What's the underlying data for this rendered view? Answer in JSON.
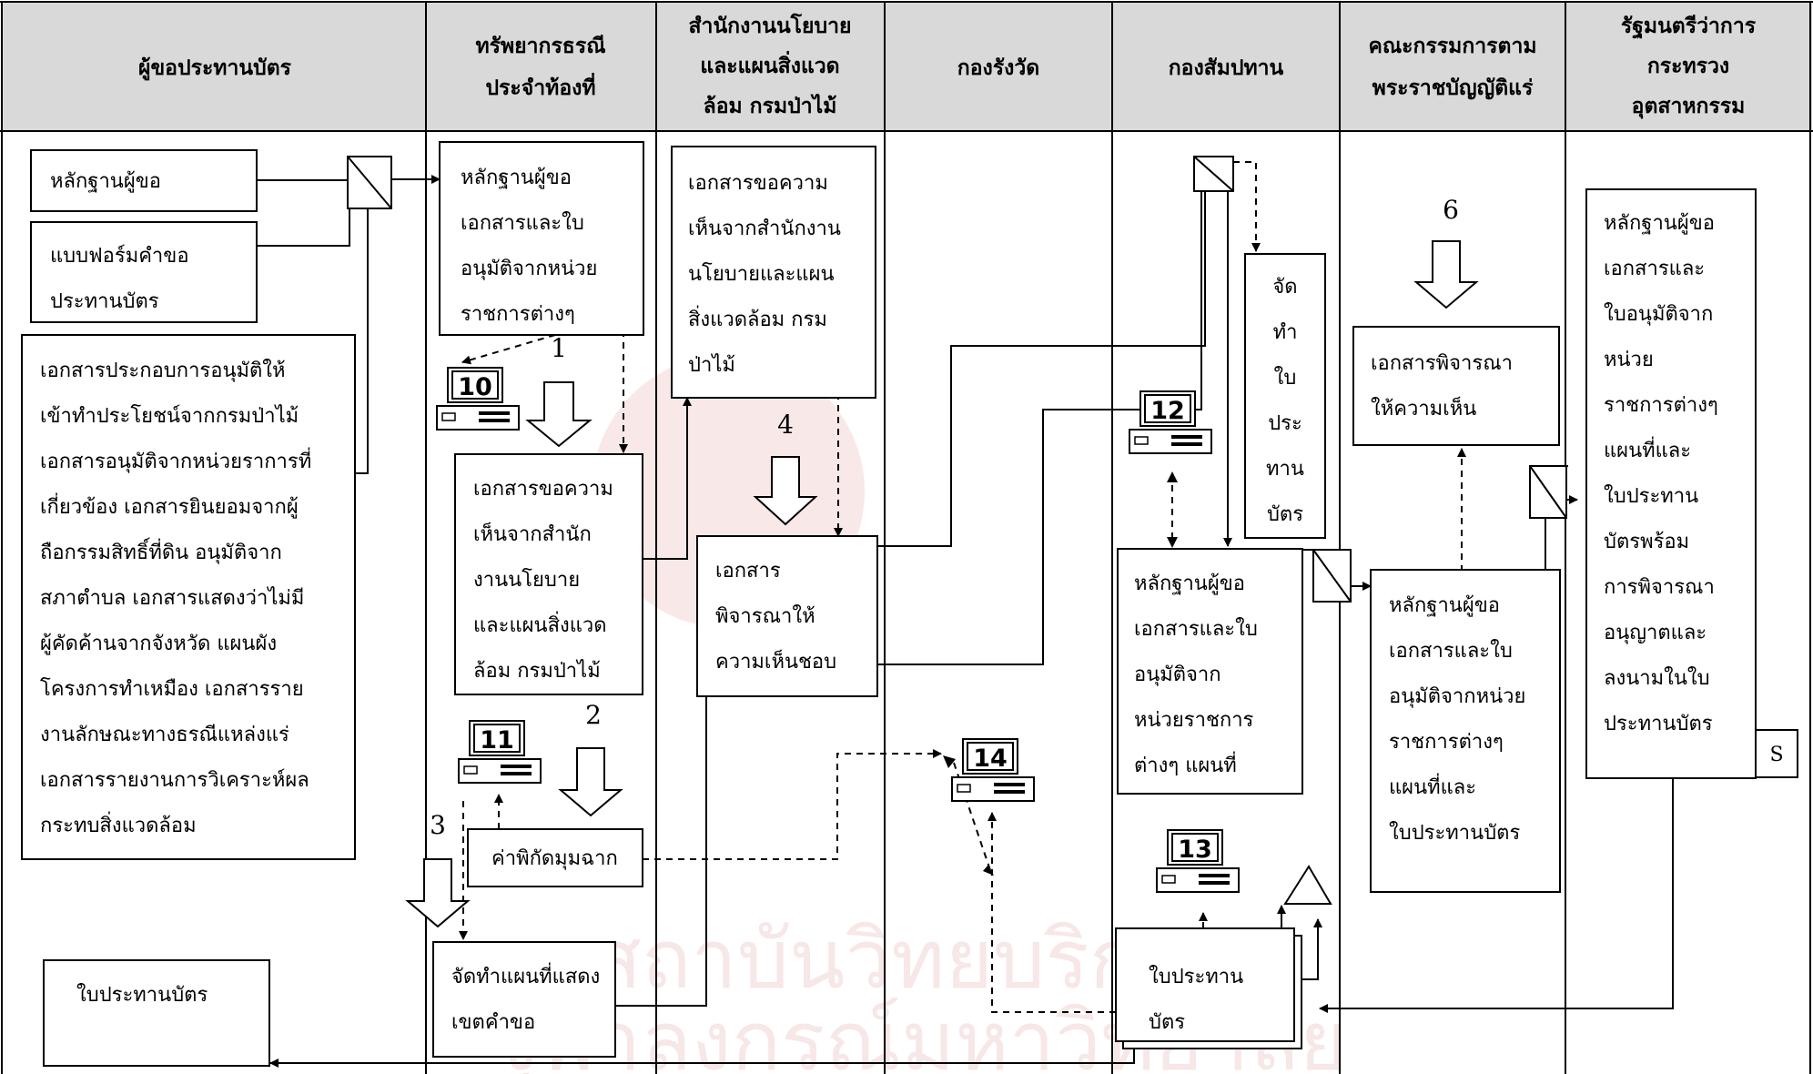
{
  "columns": [
    {
      "id": "c1",
      "lines": [
        "ผู้ขอประทานบัตร"
      ]
    },
    {
      "id": "c2",
      "lines": [
        "ทรัพยากรธรณี",
        "ประจำท้องที่"
      ]
    },
    {
      "id": "c3",
      "lines": [
        "สำนักงานนโยบาย",
        "และแผนสิ่งแวด",
        "ล้อม กรมป่าไม้"
      ]
    },
    {
      "id": "c4",
      "lines": [
        "กองรังวัด"
      ]
    },
    {
      "id": "c5",
      "lines": [
        "กองสัมปทาน"
      ]
    },
    {
      "id": "c6",
      "lines": [
        "คณะกรรมการตาม",
        "พระราชบัญญัติแร่"
      ]
    },
    {
      "id": "c7",
      "lines": [
        "รัฐมนตรีว่าการ",
        "กระทรวง",
        "อุตสาหกรรม"
      ]
    }
  ],
  "boxes": [
    {
      "id": "applicant-evidence",
      "lines": [
        "หลักฐานผู้ขอ"
      ]
    },
    {
      "id": "application-form",
      "lines": [
        "แบบฟอร์มคำขอ",
        "ประทานบัตร"
      ]
    },
    {
      "id": "supporting-documents",
      "lines": [
        "เอกสารประกอบการอนุมัติให้",
        "เข้าทำประโยชน์จากกรมป่าไม้",
        "เอกสารอนุมัติจากหน่วยราการที่",
        "เกี่ยวข้อง เอกสารยินยอมจากผู้",
        "ถือกรรมสิทธิ์ที่ดิน อนุมัติจาก",
        "สภาตำบล เอกสารแสดงว่าไม่มี",
        "ผู้คัดค้านจากจังหวัด แผนผัง",
        "โครงการทำเหมือง เอกสารราย",
        "งานลักษณะทางธรณีแหล่งแร่",
        "เอกสารรายงานการวิเคราะห์ผล",
        "กระทบสิ่งแวดล้อม"
      ]
    },
    {
      "id": "concession-issued",
      "lines": [
        "ใบประทานบัตร"
      ]
    },
    {
      "id": "local-evidence-docs",
      "lines": [
        "หลักฐานผู้ขอ",
        "เอกสารและใบ",
        "อนุมัติจากหน่วย",
        "ราชการต่างๆ"
      ]
    },
    {
      "id": "opinion-request",
      "lines": [
        "เอกสารขอความ",
        "เห็นจากสำนัก",
        "งานนโยบาย",
        "และแผนสิ่งแวด",
        "ล้อม กรมป่าไม้"
      ]
    },
    {
      "id": "angle-coordinates",
      "lines": [
        "ค่าพิกัดมุมฉาก"
      ]
    },
    {
      "id": "area-map",
      "lines": [
        "จัดทำแผนที่แสดง",
        "เขตคำขอ"
      ]
    },
    {
      "id": "policy-opinion-request",
      "lines": [
        "เอกสารขอความ",
        "เห็นจากสำนักงาน",
        "นโยบายและแผน",
        "สิ่งแวดล้อม กรม",
        "ป่าไม้"
      ]
    },
    {
      "id": "approved-documents",
      "lines": [
        "เอกสาร",
        "พิจารณาให้",
        "ความเห็นชอบ"
      ]
    },
    {
      "id": "prepare-concession",
      "lines": [
        "จัด",
        "ทำ",
        "ใบ",
        "ประ",
        "ทาน",
        "บัตร"
      ]
    },
    {
      "id": "concession-evidence-docs",
      "lines": [
        "หลักฐานผู้ขอ",
        "เอกสารและใบ",
        "อนุมัติจาก",
        "หน่วยราชการ",
        "ต่างๆ แผนที่"
      ]
    },
    {
      "id": "draft-concession",
      "lines": [
        "ใบประทาน",
        "บัตร"
      ]
    },
    {
      "id": "committee-opinion",
      "lines": [
        "เอกสารพิจารณา",
        "ให้ความเห็น"
      ]
    },
    {
      "id": "committee-evidence",
      "lines": [
        "หลักฐานผู้ขอ",
        "เอกสารและใบ",
        "อนุมัติจากหน่วย",
        "ราชการต่างๆ",
        "แผนที่และ",
        "ใบประทานบัตร"
      ]
    },
    {
      "id": "minister-evidence",
      "lines": [
        "หลักฐานผู้ขอ",
        "เอกสารและ",
        "ใบอนุมัติจาก",
        "หน่วย",
        "ราชการต่างๆ",
        "แผนที่และ",
        "ใบประทาน",
        "บัตรพร้อม",
        "การพิจารณา",
        "อนุญาตและ",
        "ลงนามในใบ",
        "ประทานบัตร"
      ]
    }
  ],
  "labels": {
    "step1": "1",
    "step2": "2",
    "step3": "3",
    "step4": "4",
    "step6": "6",
    "stop": "S"
  },
  "computers": {
    "pc10": "10",
    "pc11": "11",
    "pc12": "12",
    "pc13": "13",
    "pc14": "14"
  },
  "watermark": {
    "line1": "สถาบันวิทยบริการ",
    "line2": "จุฬาลงกรณ์มหาวิทยาลัย"
  }
}
